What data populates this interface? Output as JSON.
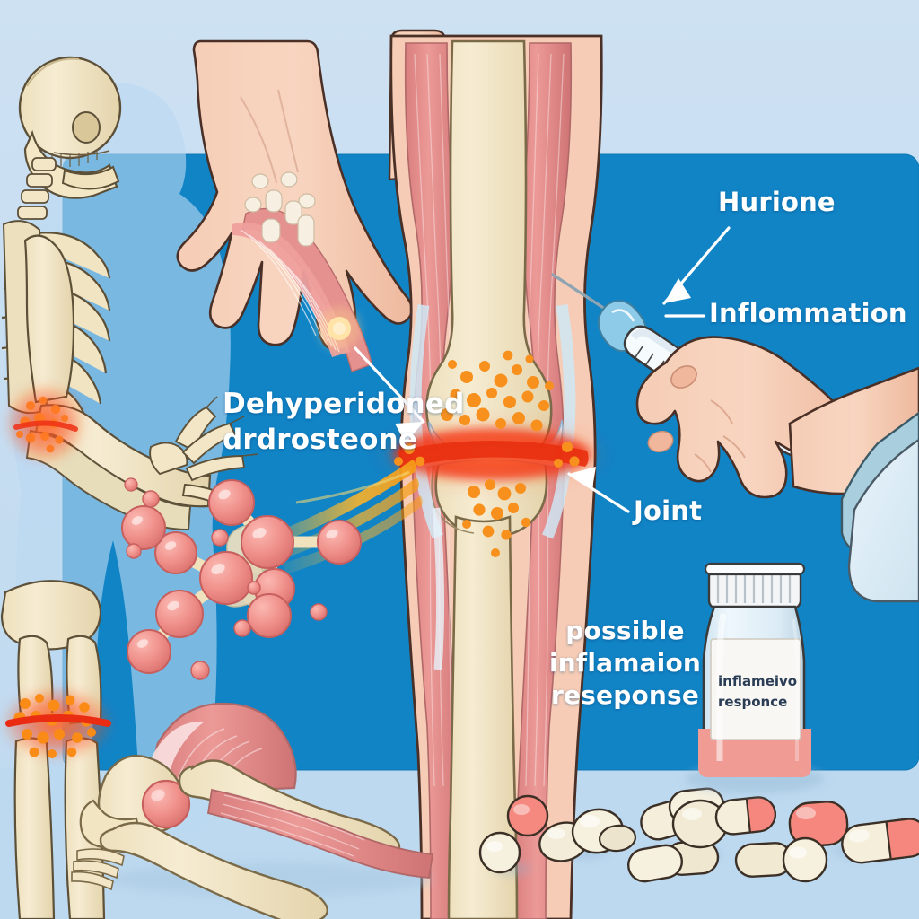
{
  "scene": {
    "title": "Corticosteroid injection for joint inflammation",
    "background_color": "#c8ddf0",
    "panel_color": "#1184c6",
    "surface_color": "#bcd8ef"
  },
  "labels": {
    "hormone": "Hurione",
    "inflammation": "Inflommation",
    "drug_name": "Dehyperidoned\ndrdrosteone",
    "joint": "Joint",
    "response": "possible\ninflamaion\nreseponse"
  },
  "bottle": {
    "label_text": "inflameivo\nresponce",
    "cap_color": "#f2f4f6",
    "glass_color": "#dceaf4",
    "liquid_color": "#f09b94",
    "label_color": "#f7f6f4"
  },
  "anatomy": {
    "bone_color": "#f2e6c8",
    "muscle_color": "#e08b8b",
    "cartilage_color": "#cfe6f5",
    "skin_color": "#f4c4ab",
    "inflammation_color": "#f58a1f",
    "inflammation_hot_color": "#e8301c"
  },
  "molecule": {
    "atom_color": "#f08e8e",
    "bond_color": "#efe3c0",
    "atom_count": 14
  },
  "pills": {
    "cream_color": "#f4eedd",
    "pink_color": "#f5867e",
    "count": 16
  },
  "leader_lines": {
    "color": "#ffffff",
    "count": 4
  }
}
